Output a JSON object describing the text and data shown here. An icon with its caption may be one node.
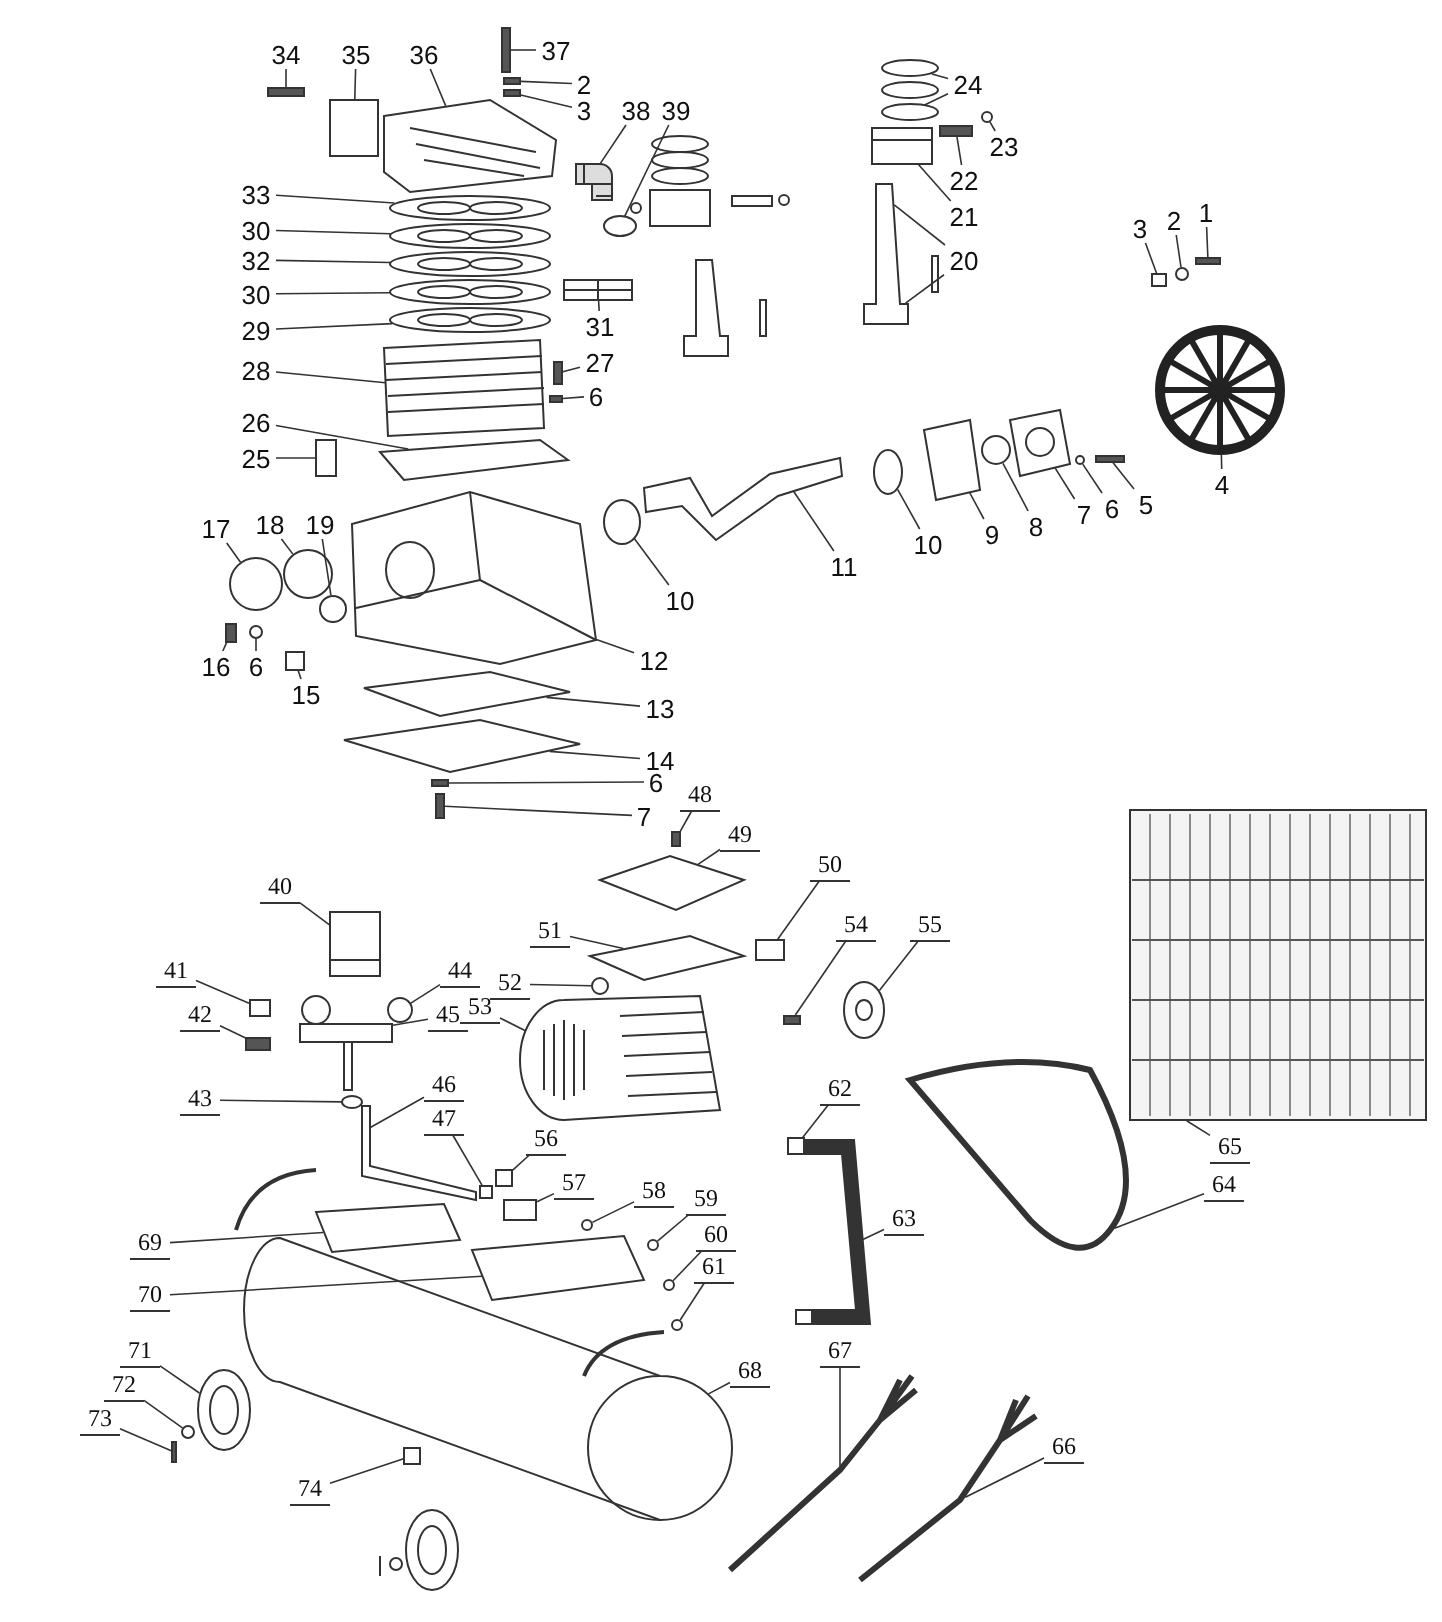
{
  "diagram": {
    "nodes": [
      {
        "text": [
          "34"
        ]
      },
      {
        "text": [
          "35"
        ]
      },
      {
        "text": [
          "36"
        ]
      },
      {
        "text": [
          "37"
        ]
      },
      {
        "text": [
          "2"
        ]
      },
      {
        "text": [
          "3"
        ]
      },
      {
        "text": [
          "38"
        ]
      },
      {
        "text": [
          "39"
        ]
      },
      {
        "text": [
          "33"
        ]
      },
      {
        "text": [
          "30"
        ]
      },
      {
        "text": [
          "32"
        ]
      },
      {
        "text": [
          "30"
        ]
      },
      {
        "text": [
          "29"
        ]
      },
      {
        "text": [
          "31"
        ]
      },
      {
        "text": [
          "28"
        ]
      },
      {
        "text": [
          "27"
        ]
      },
      {
        "text": [
          "6"
        ]
      },
      {
        "text": [
          "26"
        ]
      },
      {
        "text": [
          "25"
        ]
      },
      {
        "text": [
          "17"
        ]
      },
      {
        "text": [
          "18"
        ]
      },
      {
        "text": [
          "19"
        ]
      },
      {
        "text": [
          "10"
        ]
      },
      {
        "text": [
          "11"
        ]
      },
      {
        "text": [
          "12"
        ]
      },
      {
        "text": [
          "16"
        ]
      },
      {
        "text": [
          "6"
        ]
      },
      {
        "text": [
          "15"
        ]
      },
      {
        "text": [
          "13"
        ]
      },
      {
        "text": [
          "14"
        ]
      },
      {
        "text": [
          "6"
        ]
      },
      {
        "text": [
          "7"
        ]
      },
      {
        "text": [
          "24"
        ]
      },
      {
        "text": [
          "23"
        ]
      },
      {
        "text": [
          "22"
        ]
      },
      {
        "text": [
          "21"
        ]
      },
      {
        "text": [
          "20"
        ]
      },
      {
        "text": [
          "1"
        ]
      },
      {
        "text": [
          "2"
        ]
      },
      {
        "text": [
          "3"
        ]
      },
      {
        "text": [
          "4"
        ]
      },
      {
        "text": [
          "5"
        ]
      },
      {
        "text": [
          "6"
        ]
      },
      {
        "text": [
          "7"
        ]
      },
      {
        "text": [
          "8"
        ]
      },
      {
        "text": [
          "9"
        ]
      },
      {
        "text": [
          "10"
        ]
      },
      {
        "text": [
          "48"
        ]
      },
      {
        "text": [
          "49"
        ]
      },
      {
        "text": [
          "50"
        ]
      },
      {
        "text": [
          "51"
        ]
      },
      {
        "text": [
          "52"
        ]
      },
      {
        "text": [
          "53"
        ]
      },
      {
        "text": [
          "54"
        ]
      },
      {
        "text": [
          "55"
        ]
      },
      {
        "text": [
          "40"
        ]
      },
      {
        "text": [
          "41"
        ]
      },
      {
        "text": [
          "42"
        ]
      },
      {
        "text": [
          "43"
        ]
      },
      {
        "text": [
          "44"
        ]
      },
      {
        "text": [
          "45"
        ]
      },
      {
        "text": [
          "46"
        ]
      },
      {
        "text": [
          "47"
        ]
      },
      {
        "text": [
          "56"
        ]
      },
      {
        "text": [
          "57"
        ]
      },
      {
        "text": [
          "58"
        ]
      },
      {
        "text": [
          "59"
        ]
      },
      {
        "text": [
          "60"
        ]
      },
      {
        "text": [
          "61"
        ]
      },
      {
        "text": [
          "62"
        ]
      },
      {
        "text": [
          "63"
        ]
      },
      {
        "text": [
          "64"
        ]
      },
      {
        "text": [
          "65"
        ]
      },
      {
        "text": [
          "66"
        ]
      },
      {
        "text": [
          "67"
        ]
      },
      {
        "text": [
          "68"
        ]
      },
      {
        "text": [
          "69"
        ]
      },
      {
        "text": [
          "70"
        ]
      },
      {
        "text": [
          "71"
        ]
      },
      {
        "text": [
          "72"
        ]
      },
      {
        "text": [
          "73"
        ]
      },
      {
        "text": [
          "74"
        ]
      },
      {
        "text": [],
        "shape": "bar"
      },
      {
        "text": [],
        "shape": "box"
      },
      {
        "text": [],
        "shape": "picture"
      },
      {
        "text": [],
        "shape": "bar"
      },
      {
        "text": [],
        "shape": "bar"
      },
      {
        "text": [],
        "shape": "bar"
      },
      {
        "text": [],
        "shape": "picture"
      },
      {
        "text": [],
        "shape": "circle"
      },
      {
        "text": [],
        "shape": "circle"
      },
      {
        "text": [],
        "shape": "circle"
      },
      {
        "text": [],
        "shape": "circle"
      },
      {
        "text": [],
        "shape": "circle"
      },
      {
        "text": [],
        "shape": "circle"
      },
      {
        "text": [],
        "shape": "box"
      },
      {
        "text": [],
        "shape": "picture"
      },
      {
        "text": [],
        "shape": "bar"
      },
      {
        "text": [],
        "shape": "bar"
      },
      {
        "text": [],
        "shape": "picture"
      },
      {
        "text": [],
        "shape": "box"
      },
      {
        "text": [],
        "shape": "circle"
      },
      {
        "text": [],
        "shape": "circle"
      },
      {
        "text": [],
        "shape": "circle"
      },
      {
        "text": [],
        "shape": "circle"
      },
      {
        "text": [],
        "shape": "picture"
      },
      {
        "text": [],
        "shape": "picture"
      },
      {
        "text": [],
        "shape": "bar"
      },
      {
        "text": [],
        "shape": "circle"
      },
      {
        "text": [],
        "shape": "box"
      },
      {
        "text": [],
        "shape": "picture"
      },
      {
        "text": [],
        "shape": "picture"
      },
      {
        "text": [],
        "shape": "bar"
      },
      {
        "text": [],
        "shape": "bar"
      },
      {
        "text": [],
        "shape": "circle"
      },
      {
        "text": [],
        "shape": "circle"
      },
      {
        "text": [],
        "shape": "bar"
      },
      {
        "text": [],
        "shape": "box"
      },
      {
        "text": [],
        "shape": "picture"
      },
      {
        "text": [],
        "shape": "bar"
      },
      {
        "text": [],
        "shape": "circle"
      },
      {
        "text": [],
        "shape": "box"
      },
      {
        "text": [],
        "shape": "circle"
      },
      {
        "text": [],
        "shape": "bar"
      },
      {
        "text": [],
        "shape": "circle"
      },
      {
        "text": [],
        "shape": "picture"
      },
      {
        "text": [],
        "shape": "circle"
      },
      {
        "text": [],
        "shape": "picture"
      },
      {
        "text": [],
        "shape": "circle"
      },
      {
        "text": [],
        "shape": "bar"
      },
      {
        "text": [],
        "shape": "picture"
      },
      {
        "text": [],
        "shape": "box"
      },
      {
        "text": [],
        "shape": "picture"
      },
      {
        "text": [],
        "shape": "circle"
      },
      {
        "text": [],
        "shape": "picture"
      },
      {
        "text": [],
        "shape": "bar"
      },
      {
        "text": [],
        "shape": "circle"
      },
      {
        "text": [],
        "shape": "box"
      },
      {
        "text": [],
        "shape": "box"
      },
      {
        "text": [],
        "shape": "bar"
      },
      {
        "text": [],
        "shape": "circle"
      },
      {
        "text": [],
        "shape": "circle"
      },
      {
        "text": [],
        "shape": "box"
      },
      {
        "text": [],
        "shape": "picture"
      },
      {
        "text": [],
        "shape": "box"
      },
      {
        "text": [],
        "shape": "box"
      },
      {
        "text": [],
        "shape": "box"
      },
      {
        "text": [],
        "shape": "circle"
      },
      {
        "text": [],
        "shape": "circle"
      },
      {
        "text": [],
        "shape": "circle"
      },
      {
        "text": [],
        "shape": "circle"
      },
      {
        "text": [],
        "shape": "box"
      },
      {
        "text": [],
        "shape": "picture"
      },
      {
        "text": [],
        "shape": "picture"
      },
      {
        "text": [],
        "shape": "picture"
      },
      {
        "text": [],
        "shape": "picture"
      },
      {
        "text": [],
        "shape": "picture"
      },
      {
        "text": [],
        "shape": "picture"
      },
      {
        "text": [],
        "shape": "picture"
      },
      {
        "text": [],
        "shape": "picture"
      },
      {
        "text": [],
        "shape": "circle"
      },
      {
        "text": [],
        "shape": "circle"
      },
      {
        "text": [],
        "shape": "bar"
      },
      {
        "text": [],
        "shape": "box"
      },
      {
        "text": [],
        "shape": "circle"
      }
    ],
    "edges": [
      {
        "from": 0,
        "to": 82,
        "arrow": "none"
      },
      {
        "from": 1,
        "to": 83,
        "arrow": "none"
      },
      {
        "from": 2,
        "to": 84,
        "arrow": "none"
      },
      {
        "from": 3,
        "to": 85,
        "arrow": "none"
      },
      {
        "from": 4,
        "to": 86,
        "arrow": "none"
      },
      {
        "from": 5,
        "to": 87,
        "arrow": "none"
      },
      {
        "from": 6,
        "to": 88,
        "arrow": "none"
      },
      {
        "from": 7,
        "to": 89,
        "arrow": "none"
      },
      {
        "from": 8,
        "to": 90,
        "arrow": "none"
      },
      {
        "from": 9,
        "to": 91,
        "arrow": "none"
      },
      {
        "from": 10,
        "to": 92,
        "arrow": "none"
      },
      {
        "from": 11,
        "to": 93,
        "arrow": "none"
      },
      {
        "from": 12,
        "to": 94,
        "arrow": "none"
      },
      {
        "from": 13,
        "to": 95,
        "arrow": "none"
      },
      {
        "from": 14,
        "to": 96,
        "arrow": "none"
      },
      {
        "from": 15,
        "to": 97,
        "arrow": "none"
      },
      {
        "from": 16,
        "to": 98,
        "arrow": "none"
      },
      {
        "from": 17,
        "to": 99,
        "arrow": "none"
      },
      {
        "from": 18,
        "to": 100,
        "arrow": "none"
      },
      {
        "from": 19,
        "to": 101,
        "arrow": "none"
      },
      {
        "from": 20,
        "to": 102,
        "arrow": "none"
      },
      {
        "from": 21,
        "to": 103,
        "arrow": "none"
      },
      {
        "from": 22,
        "to": 104,
        "arrow": "none"
      },
      {
        "from": 23,
        "to": 105,
        "arrow": "none"
      },
      {
        "from": 24,
        "to": 106,
        "arrow": "none"
      },
      {
        "from": 25,
        "to": 107,
        "arrow": "none"
      },
      {
        "from": 26,
        "to": 108,
        "arrow": "none"
      },
      {
        "from": 27,
        "to": 109,
        "arrow": "none"
      },
      {
        "from": 28,
        "to": 110,
        "arrow": "none"
      },
      {
        "from": 29,
        "to": 111,
        "arrow": "none"
      },
      {
        "from": 30,
        "to": 112,
        "arrow": "none"
      },
      {
        "from": 31,
        "to": 113,
        "arrow": "none"
      },
      {
        "from": 32,
        "to": 114,
        "arrow": "none"
      },
      {
        "from": 33,
        "to": 115,
        "arrow": "none"
      },
      {
        "from": 34,
        "to": 116,
        "arrow": "none"
      },
      {
        "from": 35,
        "to": 117,
        "arrow": "none"
      },
      {
        "from": 36,
        "to": 118,
        "arrow": "none"
      },
      {
        "from": 37,
        "to": 119,
        "arrow": "none"
      },
      {
        "from": 38,
        "to": 120,
        "arrow": "none"
      },
      {
        "from": 39,
        "to": 121,
        "arrow": "none"
      },
      {
        "from": 40,
        "to": 122,
        "arrow": "none"
      },
      {
        "from": 41,
        "to": 123,
        "arrow": "none"
      },
      {
        "from": 42,
        "to": 124,
        "arrow": "none"
      },
      {
        "from": 43,
        "to": 125,
        "arrow": "none"
      },
      {
        "from": 44,
        "to": 126,
        "arrow": "none"
      },
      {
        "from": 45,
        "to": 127,
        "arrow": "none"
      },
      {
        "from": 46,
        "to": 128,
        "arrow": "none"
      },
      {
        "from": 47,
        "to": 129,
        "arrow": "none"
      },
      {
        "from": 48,
        "to": 130,
        "arrow": "none"
      },
      {
        "from": 49,
        "to": 131,
        "arrow": "none"
      },
      {
        "from": 50,
        "to": 132,
        "arrow": "none"
      },
      {
        "from": 51,
        "to": 133,
        "arrow": "none"
      },
      {
        "from": 52,
        "to": 134,
        "arrow": "none"
      },
      {
        "from": 53,
        "to": 135,
        "arrow": "none"
      },
      {
        "from": 54,
        "to": 136,
        "arrow": "none"
      },
      {
        "from": 55,
        "to": 137,
        "arrow": "none"
      },
      {
        "from": 56,
        "to": 138,
        "arrow": "none"
      },
      {
        "from": 57,
        "to": 139,
        "arrow": "none"
      },
      {
        "from": 58,
        "to": 140,
        "arrow": "none"
      },
      {
        "from": 59,
        "to": 141,
        "arrow": "none"
      },
      {
        "from": 60,
        "to": 142,
        "arrow": "none"
      },
      {
        "from": 61,
        "to": 143,
        "arrow": "none"
      },
      {
        "from": 62,
        "to": 144,
        "arrow": "none"
      },
      {
        "from": 63,
        "to": 145,
        "arrow": "none"
      },
      {
        "from": 64,
        "to": 146,
        "arrow": "none"
      },
      {
        "from": 65,
        "to": 147,
        "arrow": "none"
      },
      {
        "from": 66,
        "to": 148,
        "arrow": "none"
      },
      {
        "from": 67,
        "to": 149,
        "arrow": "none"
      },
      {
        "from": 68,
        "to": 150,
        "arrow": "none"
      },
      {
        "from": 69,
        "to": 151,
        "arrow": "none"
      },
      {
        "from": 70,
        "to": 152,
        "arrow": "none"
      },
      {
        "from": 71,
        "to": 153,
        "arrow": "none"
      },
      {
        "from": 72,
        "to": 154,
        "arrow": "none"
      },
      {
        "from": 73,
        "to": 155,
        "arrow": "none"
      },
      {
        "from": 74,
        "to": 156,
        "arrow": "none"
      },
      {
        "from": 75,
        "to": 157,
        "arrow": "none"
      },
      {
        "from": 76,
        "to": 158,
        "arrow": "none"
      },
      {
        "from": 77,
        "to": 159,
        "arrow": "none"
      },
      {
        "from": 78,
        "to": 160,
        "arrow": "none"
      },
      {
        "from": 79,
        "to": 161,
        "arrow": "none"
      },
      {
        "from": 80,
        "to": 162,
        "arrow": "none"
      },
      {
        "from": 81,
        "to": 163,
        "arrow": "none"
      },
      {
        "from": 32,
        "to": 164,
        "arrow": "none"
      },
      {
        "from": 36,
        "to": 118,
        "arrow": "none"
      }
    ]
  }
}
